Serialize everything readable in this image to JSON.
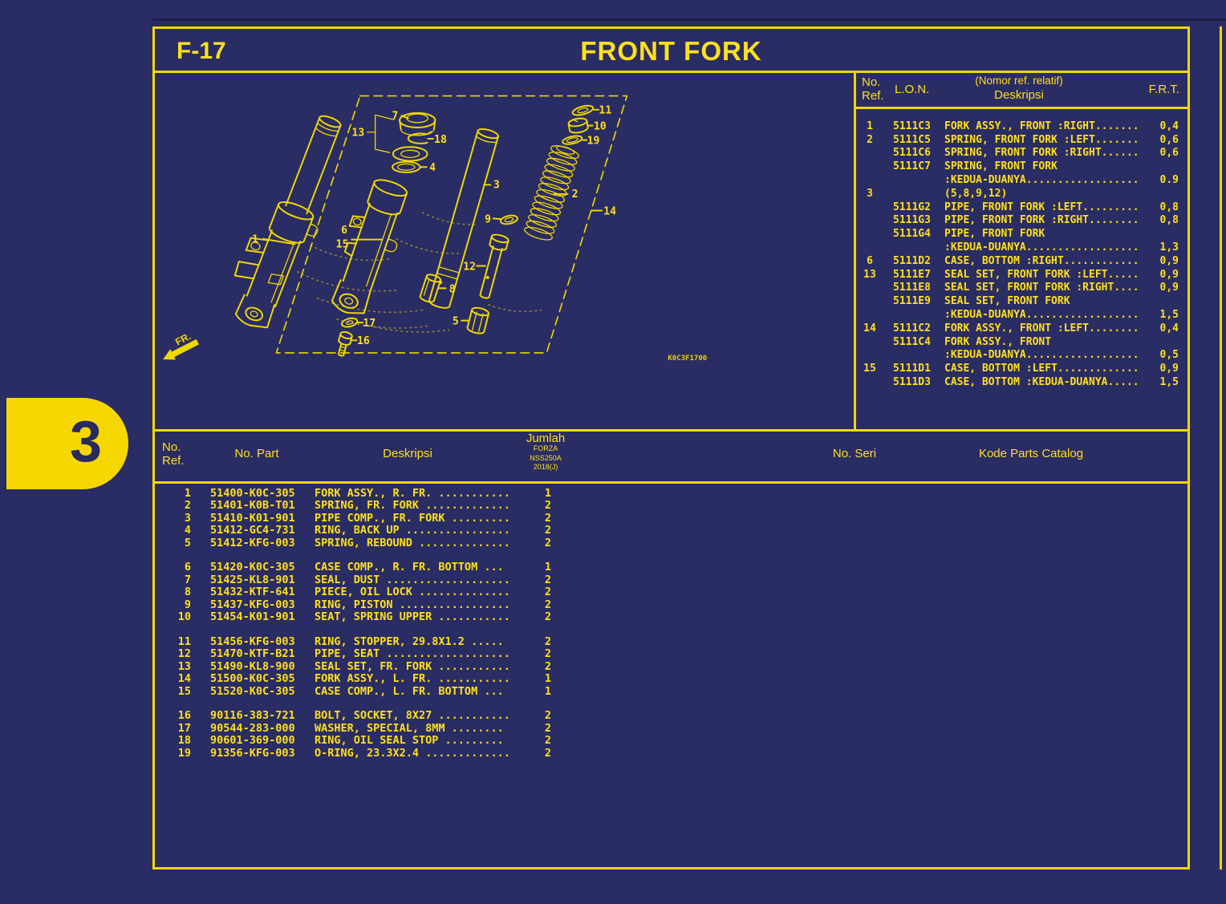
{
  "page": {
    "code": "F-17",
    "title": "FRONT FORK",
    "diagram_code": "K0C3F1700",
    "tab_number": "3",
    "fr_label": "FR."
  },
  "colors": {
    "background": "#2a2c64",
    "accent_yellow": "#f0d800",
    "text_yellow": "#ffe01a"
  },
  "lon_table": {
    "headers": {
      "no": "No.",
      "ref": "Ref.",
      "lon": "L.O.N.",
      "desk_sup": "(Nomor ref. relatif)",
      "desk": "Deskripsi",
      "frt": "F.R.T."
    },
    "rows": [
      {
        "ref": "1",
        "lon": "5111C3",
        "desc": "FORK ASSY., FRONT :RIGHT.......",
        "frt": "0,4"
      },
      {
        "ref": "2",
        "lon": "5111C5",
        "desc": "SPRING, FRONT FORK :LEFT.......",
        "frt": "0,6"
      },
      {
        "ref": "",
        "lon": "5111C6",
        "desc": "SPRING, FRONT FORK :RIGHT......",
        "frt": "0,6"
      },
      {
        "ref": "",
        "lon": "5111C7",
        "desc": "SPRING, FRONT FORK",
        "frt": ""
      },
      {
        "ref": "",
        "lon": "",
        "desc": ":KEDUA-DUANYA..................",
        "frt": "0.9"
      },
      {
        "ref": "3",
        "lon": "",
        "desc": "(5,8,9,12)",
        "frt": ""
      },
      {
        "ref": "",
        "lon": "5111G2",
        "desc": "PIPE, FRONT FORK :LEFT.........",
        "frt": "0,8"
      },
      {
        "ref": "",
        "lon": "5111G3",
        "desc": "PIPE, FRONT FORK :RIGHT........",
        "frt": "0,8"
      },
      {
        "ref": "",
        "lon": "5111G4",
        "desc": "PIPE, FRONT FORK",
        "frt": ""
      },
      {
        "ref": "",
        "lon": "",
        "desc": ":KEDUA-DUANYA..................",
        "frt": "1,3"
      },
      {
        "ref": "6",
        "lon": "5111D2",
        "desc": "CASE, BOTTOM :RIGHT............",
        "frt": "0,9"
      },
      {
        "ref": "13",
        "lon": "5111E7",
        "desc": "SEAL SET, FRONT FORK :LEFT.....",
        "frt": "0,9"
      },
      {
        "ref": "",
        "lon": "5111E8",
        "desc": "SEAL SET, FRONT FORK :RIGHT....",
        "frt": "0,9"
      },
      {
        "ref": "",
        "lon": "5111E9",
        "desc": "SEAL SET, FRONT FORK",
        "frt": ""
      },
      {
        "ref": "",
        "lon": "",
        "desc": ":KEDUA-DUANYA..................",
        "frt": "1,5"
      },
      {
        "ref": "14",
        "lon": "5111C2",
        "desc": "FORK ASSY., FRONT :LEFT........",
        "frt": "0,4"
      },
      {
        "ref": "",
        "lon": "5111C4",
        "desc": "FORK ASSY., FRONT",
        "frt": ""
      },
      {
        "ref": "",
        "lon": "",
        "desc": ":KEDUA-DUANYA..................",
        "frt": "0,5"
      },
      {
        "ref": "15",
        "lon": "5111D1",
        "desc": "CASE, BOTTOM :LEFT.............",
        "frt": "0,9"
      },
      {
        "ref": "",
        "lon": "5111D3",
        "desc": "CASE, BOTTOM :KEDUA-DUANYA.....",
        "frt": "1,5"
      }
    ]
  },
  "parts_table": {
    "headers": {
      "no": "No.",
      "ref": "Ref.",
      "part": "No. Part",
      "desk": "Deskripsi",
      "jumlah": "Jumlah",
      "model1": "FORZA",
      "model2": "NSS250A",
      "model3": "2018(J)",
      "seri": "No. Seri",
      "kode": "Kode Parts Catalog"
    },
    "groups": [
      [
        {
          "ref": "1",
          "part": "51400-K0C-305",
          "desc": "FORK ASSY., R. FR. ...........",
          "qty": "1"
        },
        {
          "ref": "2",
          "part": "51401-K0B-T01",
          "desc": "SPRING, FR. FORK .............",
          "qty": "2"
        },
        {
          "ref": "3",
          "part": "51410-K01-901",
          "desc": "PIPE COMP., FR. FORK .........",
          "qty": "2"
        },
        {
          "ref": "4",
          "part": "51412-GC4-731",
          "desc": "RING, BACK UP ................",
          "qty": "2"
        },
        {
          "ref": "5",
          "part": "51412-KFG-003",
          "desc": "SPRING, REBOUND ..............",
          "qty": "2"
        }
      ],
      [
        {
          "ref": "6",
          "part": "51420-K0C-305",
          "desc": "CASE COMP., R. FR. BOTTOM ...",
          "qty": "1"
        },
        {
          "ref": "7",
          "part": "51425-KL8-901",
          "desc": "SEAL, DUST ...................",
          "qty": "2"
        },
        {
          "ref": "8",
          "part": "51432-KTF-641",
          "desc": "PIECE, OIL LOCK ..............",
          "qty": "2"
        },
        {
          "ref": "9",
          "part": "51437-KFG-003",
          "desc": "RING, PISTON .................",
          "qty": "2"
        },
        {
          "ref": "10",
          "part": "51454-K01-901",
          "desc": "SEAT, SPRING UPPER ...........",
          "qty": "2"
        }
      ],
      [
        {
          "ref": "11",
          "part": "51456-KFG-003",
          "desc": "RING, STOPPER, 29.8X1.2 .....",
          "qty": "2"
        },
        {
          "ref": "12",
          "part": "51470-KTF-B21",
          "desc": "PIPE, SEAT ...................",
          "qty": "2"
        },
        {
          "ref": "13",
          "part": "51490-KL8-900",
          "desc": "SEAL SET, FR. FORK ...........",
          "qty": "2"
        },
        {
          "ref": "14",
          "part": "51500-K0C-305",
          "desc": "FORK ASSY., L. FR. ...........",
          "qty": "1"
        },
        {
          "ref": "15",
          "part": "51520-K0C-305",
          "desc": "CASE COMP., L. FR. BOTTOM ...",
          "qty": "1"
        }
      ],
      [
        {
          "ref": "16",
          "part": "90116-383-721",
          "desc": "BOLT, SOCKET, 8X27 ...........",
          "qty": "2"
        },
        {
          "ref": "17",
          "part": "90544-283-000",
          "desc": "WASHER, SPECIAL, 8MM ........",
          "qty": "2"
        },
        {
          "ref": "18",
          "part": "90601-369-000",
          "desc": "RING, OIL SEAL STOP .........",
          "qty": "2"
        },
        {
          "ref": "19",
          "part": "91356-KFG-003",
          "desc": "O-RING, 23.3X2.4 .............",
          "qty": "2"
        }
      ]
    ]
  },
  "diagram": {
    "callouts": [
      "1",
      "2",
      "3",
      "4",
      "5",
      "6",
      "7",
      "8",
      "9",
      "10",
      "11",
      "12",
      "13",
      "14",
      "15",
      "16",
      "17",
      "18",
      "19"
    ]
  }
}
